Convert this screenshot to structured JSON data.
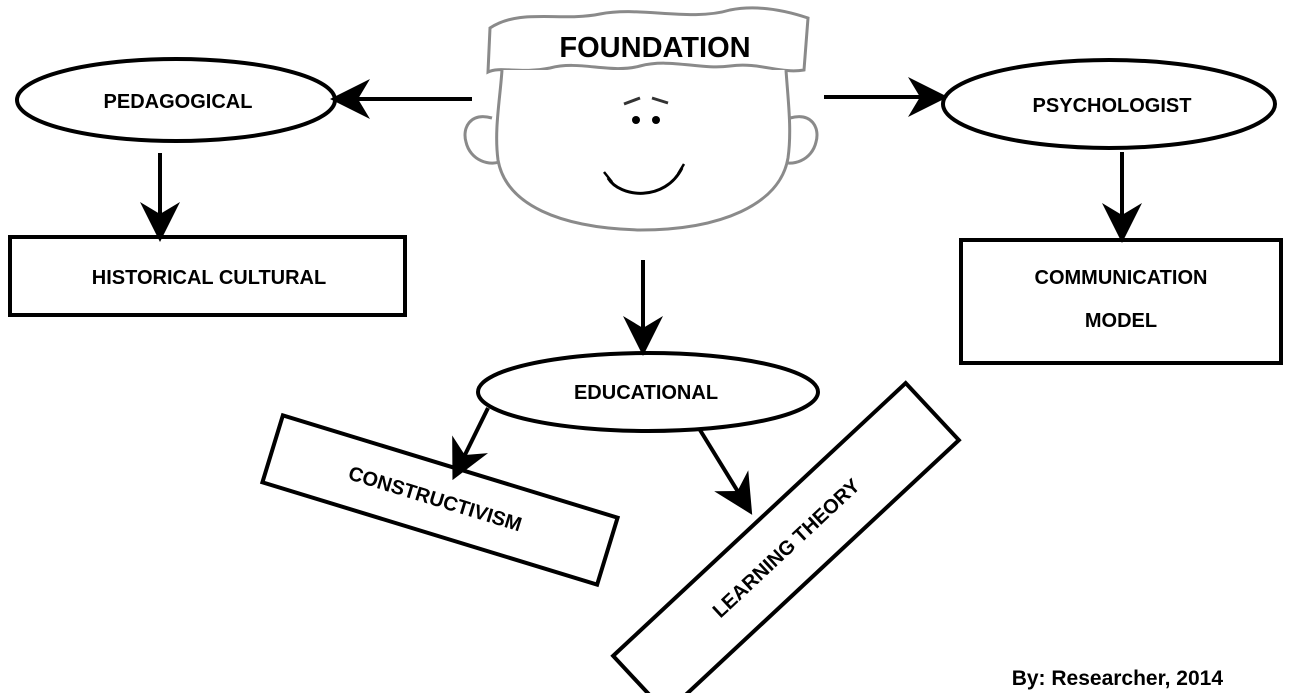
{
  "diagram": {
    "center_label": "FOUNDATION",
    "pedagogical": "PEDAGOGICAL",
    "historical_cultural": "HISTORICAL CULTURAL",
    "psychologist": "PSYCHOLOGIST",
    "communication_model_line1": "COMMUNICATION",
    "communication_model_line2": "MODEL",
    "educational": "EDUCATIONAL",
    "constructivism": "CONSTRUCTIVISM",
    "learning_theory": "LEARNING THEORY"
  },
  "credit": "By: Researcher, 2014",
  "colors": {
    "stroke": "#000000",
    "face_outline": "#8a8a8a",
    "background": "#ffffff"
  },
  "icons": {
    "center": "smiley-face-icon"
  }
}
